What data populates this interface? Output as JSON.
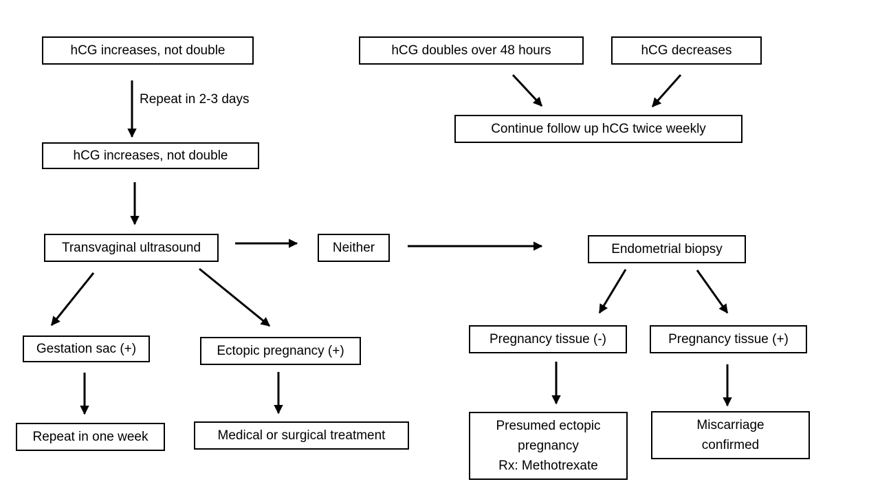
{
  "diagram": {
    "nodes": {
      "hcg_increase_1": "hCG increases, not double",
      "hcg_doubles": "hCG doubles over 48 hours",
      "hcg_decreases": "hCG decreases",
      "continue_follow_up": "Continue follow up hCG twice weekly",
      "hcg_increase_2": "hCG increases, not double",
      "transvaginal_us": "Transvaginal ultrasound",
      "neither": "Neither",
      "endometrial_biopsy": "Endometrial biopsy",
      "gestation_sac": "Gestation sac (+)",
      "ectopic_pregnancy": "Ectopic pregnancy (+)",
      "tissue_negative": "Pregnancy tissue (-)",
      "tissue_positive": "Pregnancy tissue (+)",
      "repeat_one_week": "Repeat in one week",
      "medical_surgical": "Medical or surgical treatment",
      "presumed_ectopic": [
        "Presumed ectopic",
        "pregnancy",
        "Rx: Methotrexate"
      ],
      "miscarriage": [
        "Miscarriage",
        "confirmed"
      ]
    },
    "edge_labels": {
      "repeat_2_3_days": "Repeat in 2-3 days"
    },
    "edges": [
      [
        "hcg_increase_1",
        "hcg_increase_2"
      ],
      [
        "hcg_doubles",
        "continue_follow_up"
      ],
      [
        "hcg_decreases",
        "continue_follow_up"
      ],
      [
        "hcg_increase_2",
        "transvaginal_us"
      ],
      [
        "transvaginal_us",
        "neither"
      ],
      [
        "neither",
        "endometrial_biopsy"
      ],
      [
        "transvaginal_us",
        "gestation_sac"
      ],
      [
        "transvaginal_us",
        "ectopic_pregnancy"
      ],
      [
        "endometrial_biopsy",
        "tissue_negative"
      ],
      [
        "endometrial_biopsy",
        "tissue_positive"
      ],
      [
        "gestation_sac",
        "repeat_one_week"
      ],
      [
        "ectopic_pregnancy",
        "medical_surgical"
      ],
      [
        "tissue_negative",
        "presumed_ectopic"
      ],
      [
        "tissue_positive",
        "miscarriage"
      ]
    ]
  }
}
